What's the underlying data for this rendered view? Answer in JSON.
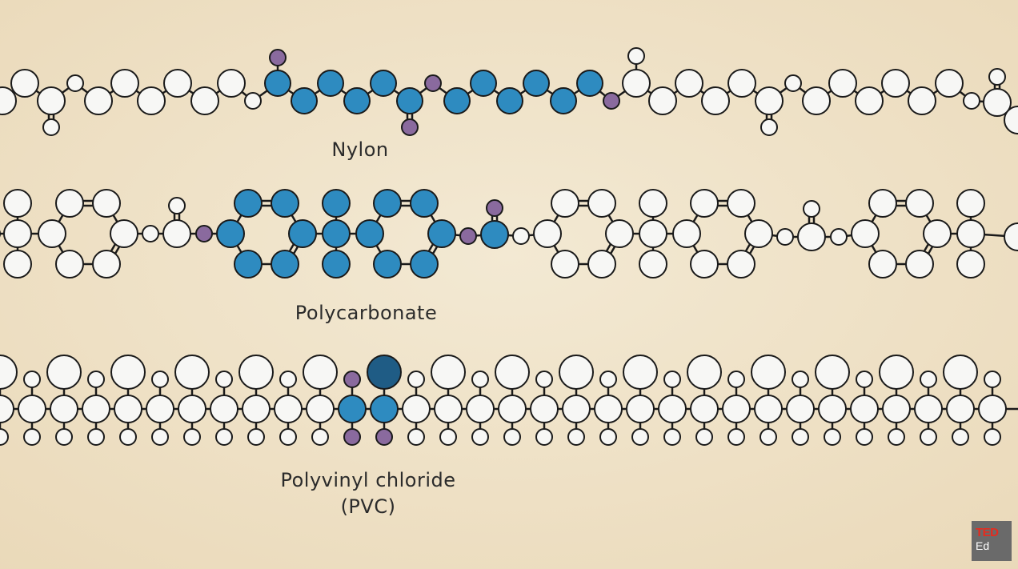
{
  "labels": {
    "nylon": "Nylon",
    "polycarbonate": "Polycarbonate",
    "pvc_line1": "Polyvinyl chloride",
    "pvc_line2": "(PVC)"
  },
  "logo": {
    "ted": "TED",
    "ed": "Ed"
  },
  "colors": {
    "background": "#f1e6cf",
    "atom_white": "#f7f7f5",
    "atom_blue": "#2e8bc0",
    "atom_dark_blue": "#1f5c85",
    "atom_purple": "#8a6a9e",
    "stroke": "#1a1a1a",
    "logo_red": "#e62b1e"
  }
}
